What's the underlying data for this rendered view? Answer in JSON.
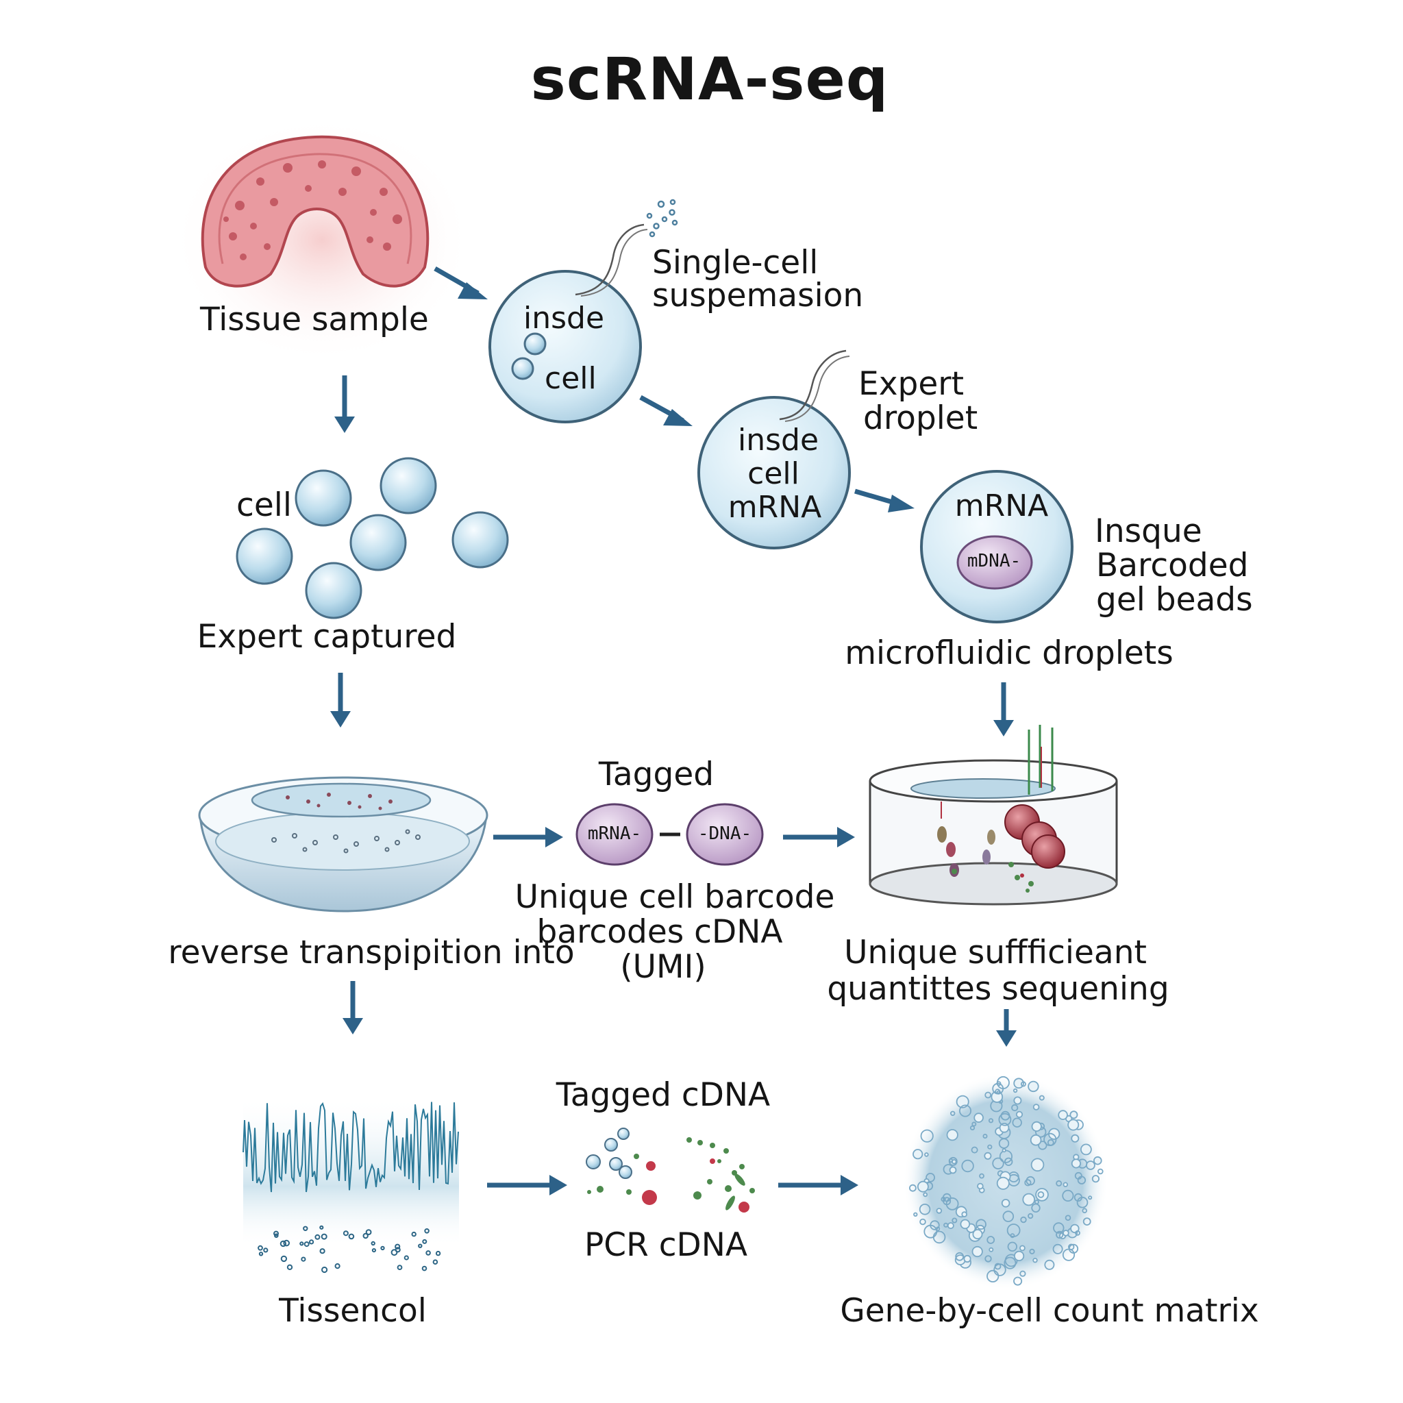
{
  "title": "scRNA-seq",
  "colors": {
    "arrow": "#2d6188",
    "cell_fill": "#d8ecf5",
    "cell_stroke": "#4a6f88",
    "tissue": "#e89a9c",
    "tissue_dark": "#b9474e",
    "bead_purple": "#cdb2d4",
    "bead_red": "#b23a45",
    "dot_green": "#4d8a4d"
  },
  "labels": {
    "tissue_sample": "Tissue sample",
    "single_cell_1": "Single-cell",
    "single_cell_2": "suspemasion",
    "cell1_inside": "insde",
    "cell1_cell": "cell",
    "expert_droplet_1": "Expert",
    "expert_droplet_2": "droplet",
    "cell2_line1": "insde",
    "cell2_line2": "cell",
    "cell2_line3": "mRNA",
    "cell3_mrna": "mRNA",
    "cell3_bead": "mDNA-",
    "insque_1": "Insque",
    "insque_2": "Barcoded",
    "insque_3": "gel beads",
    "microfluidic": "microfluidic droplets",
    "cell_word": "cell",
    "expert_captured": "Expert captured",
    "tagged": "Tagged",
    "bead_mrna": "mRNA-",
    "bead_dna": "-DNA-",
    "unique_1": "Unique cell barcode",
    "unique_2": "barcodes cDNA",
    "unique_3": "(UMI)",
    "reverse": "reverse transpipition into",
    "suff_1": "Unique suffficieant",
    "suff_2": "quantittes sequening",
    "tagged_cdna": "Tagged cDNA",
    "pcr_cdna": "PCR cDNA",
    "tissencol": "Tissencol",
    "gene_matrix": "Gene-by-cell count matrix"
  }
}
